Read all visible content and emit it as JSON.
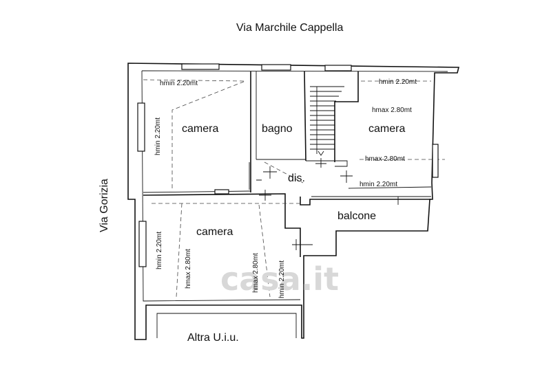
{
  "streets": {
    "top": "Via Marchile Cappella",
    "left": "Via Gorizia",
    "bottom": "Altra U.i.u."
  },
  "rooms": {
    "camera_top_left": "camera",
    "bagno": "bagno",
    "camera_top_right": "camera",
    "dis": "dis.",
    "camera_bottom": "camera",
    "balcone": "balcone"
  },
  "heights": {
    "tl_hmin_top": "hmin 2.20mt",
    "tl_hmin_side": "hmin 2.20mt",
    "tr_hmin_top": "hmin 2.20mt",
    "tr_hmax_1": "hmax 2.80mt",
    "tr_hmax_2": "hmax 2.80mt",
    "tr_hmin_bottom": "hmin 2.20mt",
    "b_hmin_side": "hmin 2.20mt",
    "b_hmax_1": "hmax 2.80mt",
    "b_hmax_2": "hmax 2.80mt",
    "b_hmin_right": "hmin 2.20mt"
  },
  "watermark": "casa.it"
}
